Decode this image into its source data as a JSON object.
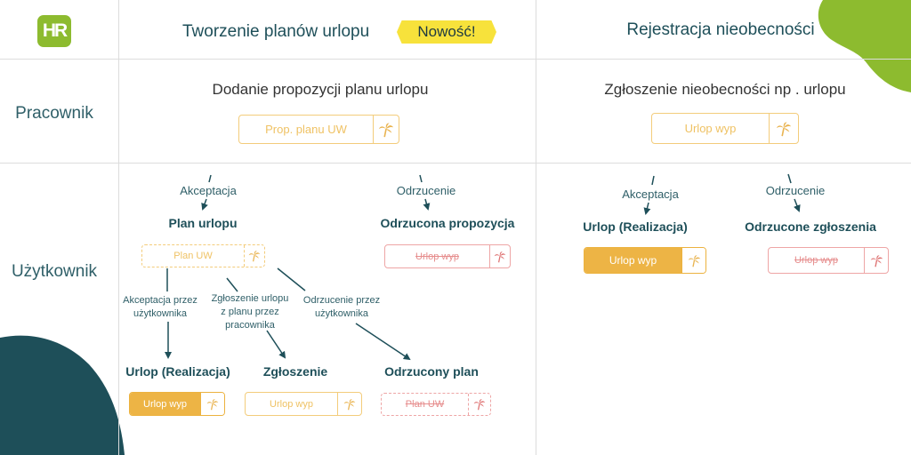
{
  "brand": {
    "logo_text": "HR"
  },
  "colors": {
    "teal": "#1e4f59",
    "green": "#8dbb2f",
    "yellow_badge": "#f7e23b",
    "orange": "#edb445",
    "rejected_red": "#e68d8d",
    "grid": "#dcdcdc"
  },
  "columns": {
    "planning": {
      "title": "Tworzenie planów urlopu",
      "badge": "Nowość!"
    },
    "absence": {
      "title": "Rejestracja nieobecności"
    }
  },
  "rows": {
    "employee": "Pracownik",
    "user": "Użytkownik"
  },
  "planning": {
    "employee_action": "Dodanie propozycji planu urlopu",
    "proposal_chip": "Prop. planu UW",
    "accept_label": "Akceptacja",
    "reject_label": "Odrzucenie",
    "plan_title": "Plan urlopu",
    "plan_chip": "Plan UW",
    "rejected_proposal_title": "Odrzucona propozycja",
    "rejected_proposal_chip": "Urlop wyp",
    "user_accept_label": "Akceptacja przez\nużytkownika",
    "report_from_plan_label": "Zgłoszenie urlopu\nz planu przez\npracownika",
    "user_reject_label": "Odrzucenie przez\nużytkownika",
    "realization_title": "Urlop (Realizacja)",
    "realization_chip": "Urlop wyp",
    "report_title": "Zgłoszenie",
    "report_chip": "Urlop wyp",
    "rejected_plan_title": "Odrzucony plan",
    "rejected_plan_chip": "Plan UW"
  },
  "absence": {
    "employee_action": "Zgłoszenie nieobecności np . urlopu",
    "request_chip": "Urlop wyp",
    "accept_label": "Akceptacja",
    "reject_label": "Odrzucenie",
    "realization_title": "Urlop (Realizacja)",
    "realization_chip": "Urlop wyp",
    "rejected_title": "Odrzucone zgłoszenia",
    "rejected_chip": "Urlop wyp"
  },
  "icons": {
    "chip_icon": "palm-tree-icon",
    "logo": "hr-logo-icon"
  }
}
